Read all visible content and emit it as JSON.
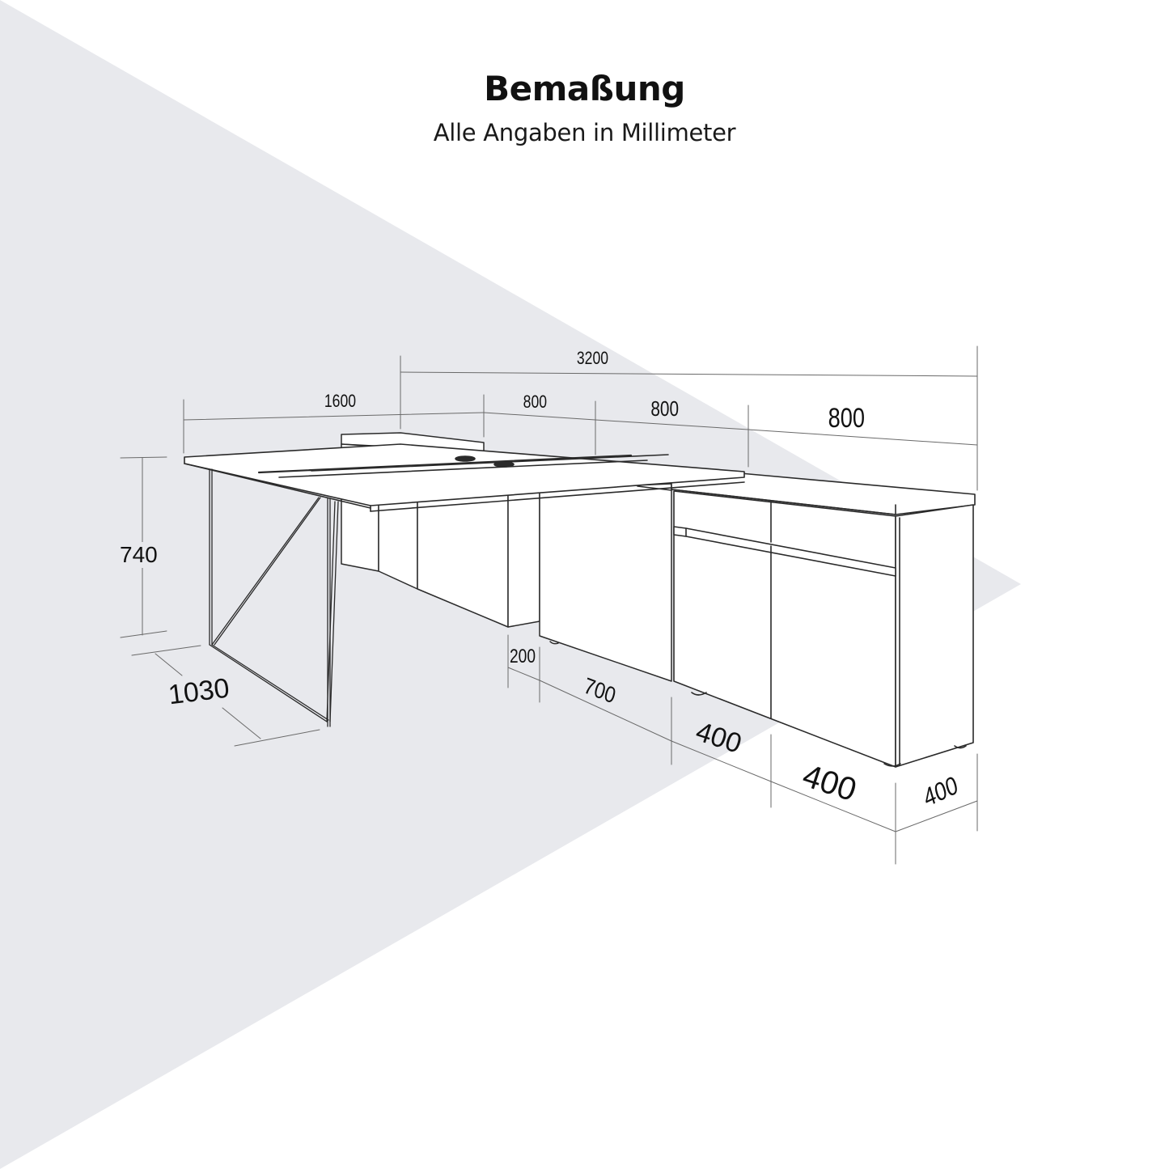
{
  "header": {
    "title": "Bemaßung",
    "subtitle": "Alle Angaben in Millimeter"
  },
  "colors": {
    "background": "#ffffff",
    "accent_shape": "#e8e9ed",
    "line": "#2a2a2a",
    "dimension_line": "#6a6a6a",
    "text": "#111111"
  },
  "dimensions": {
    "total_width": "3200",
    "desk_width": "1600",
    "module_1_width": "800",
    "module_2_width": "800",
    "sideboard_width": "800",
    "desk_height": "740",
    "desk_depth": "1030",
    "gap": "200",
    "cabinet_depth": "700",
    "door_1_width": "400",
    "door_2_width": "400",
    "sideboard_depth": "400"
  },
  "unit": "mm"
}
